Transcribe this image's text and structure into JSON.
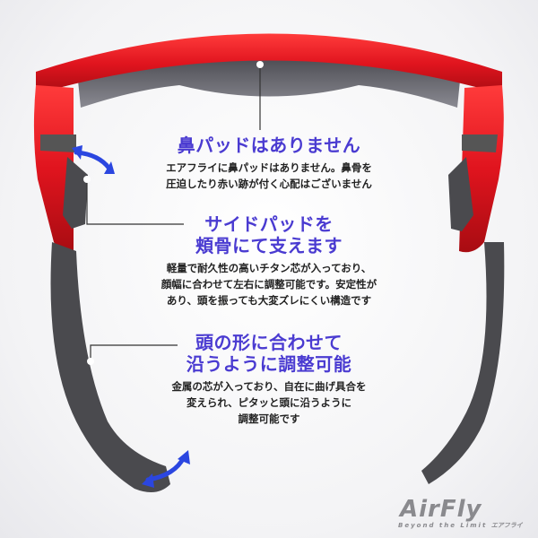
{
  "features": [
    {
      "heading": [
        "鼻パッドはありません"
      ],
      "body": [
        "エアフライに鼻パッドはありません。鼻骨を",
        "圧迫したり赤い跡が付く心配はございません"
      ]
    },
    {
      "heading": [
        "サイドパッドを",
        "頬骨にて支えます"
      ],
      "body": [
        "軽量で耐久性の高いチタン芯が入っており、",
        "顔幅に合わせて左右に調整可能です。安定性が",
        "あり、頭を振っても大変ズレにくい構造です"
      ]
    },
    {
      "heading": [
        "頭の形に合わせて",
        "沿うように調整可能"
      ],
      "body": [
        "金属の芯が入っており、自在に曲げ具合を",
        "変えられ、ピタッと頭に沿うように",
        "調整可能です"
      ]
    }
  ],
  "logo": {
    "name": "AirFly",
    "tagline": "Beyond the Limit",
    "kana": "エアフライ"
  },
  "colors": {
    "heading": "#4a3bd1",
    "frame": "#e0141e",
    "arm": "#4a4a4e",
    "arrow": "#2b46e0"
  }
}
